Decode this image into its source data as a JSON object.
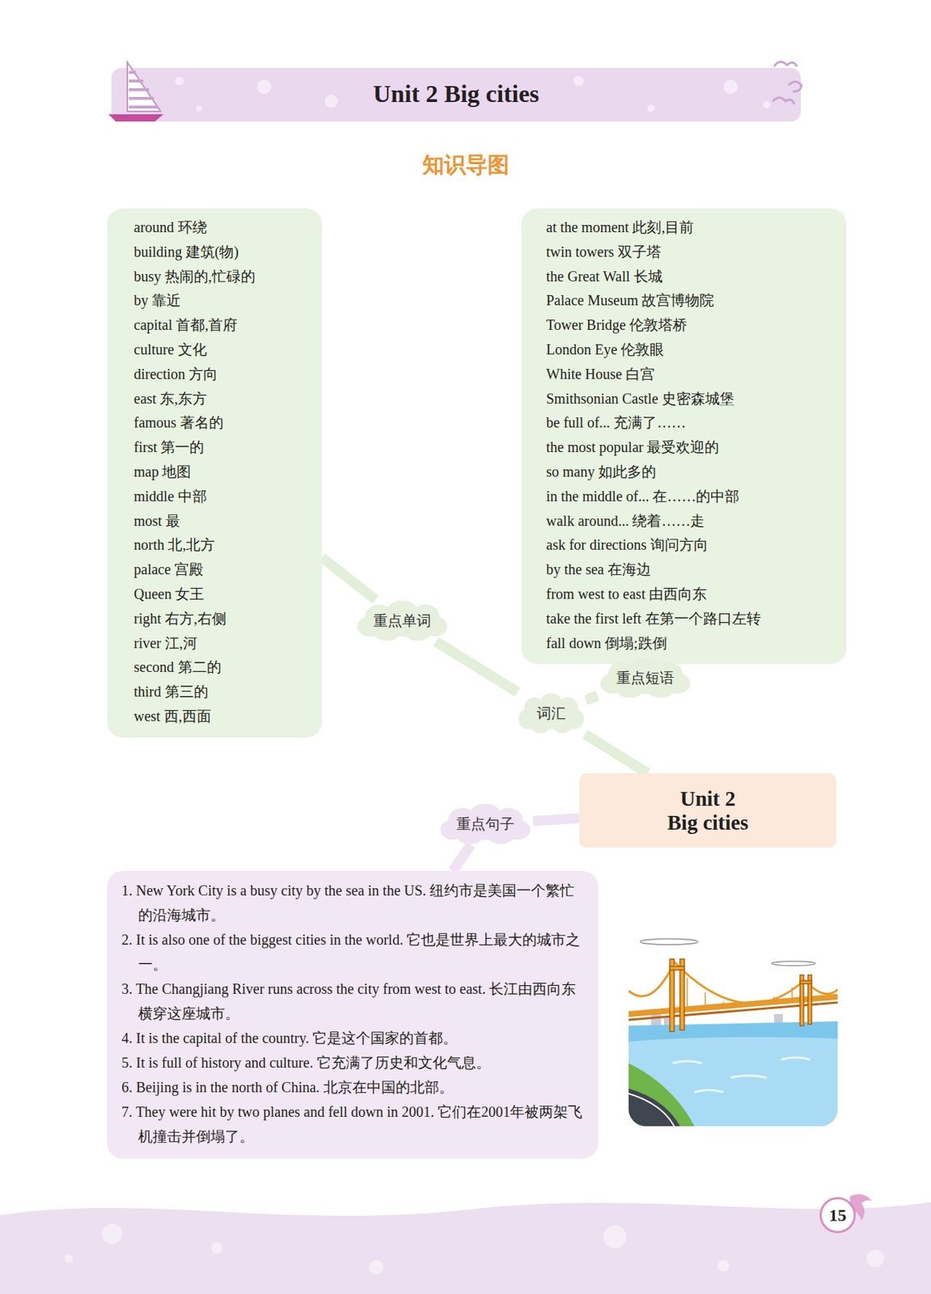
{
  "diagram": {
    "title": "Unit 2 Big cities",
    "nodes": [
      {
        "text": [
          "around 环绕",
          "building 建筑(物)",
          "busy 热闹的,忙碌的",
          "by 靠近",
          "capital 首都,首府",
          "culture 文化",
          "direction 方向",
          "east 东,东方",
          "famous 著名的",
          "first 第一的",
          "map 地图",
          "middle 中部",
          "most 最",
          "north 北,北方",
          "palace 宫殿",
          "Queen 女王",
          "right 右方,右侧",
          "river 江,河",
          "second 第二的",
          "third 第三的",
          "west 西,西面"
        ]
      },
      {
        "text": [
          "at the moment 此刻,目前",
          "twin towers 双子塔",
          "the Great Wall 长城",
          "Palace Museum 故宫博物院",
          "Tower Bridge 伦敦塔桥",
          "London Eye 伦敦眼",
          "White House 白宫",
          "Smithsonian Castle 史密森城堡",
          "be full of... 充满了……",
          "the most popular 最受欢迎的",
          "so many 如此多的",
          "in the middle of... 在……的中部",
          "walk around... 绕着……走",
          "ask for directions 询问方向",
          "by the sea 在海边",
          "from west to east 由西向东",
          "take the first left 在第一个路口左转",
          "fall down 倒塌;跌倒"
        ]
      },
      {
        "text": [
          "重点单词"
        ]
      },
      {
        "text": [
          "重点短语"
        ]
      },
      {
        "text": [
          "词汇"
        ]
      },
      {
        "text": [
          "Unit 2 Big cities"
        ]
      },
      {
        "text": [
          "重点句子"
        ]
      },
      {
        "text": [
          "1. New York City is a busy city by the sea in the US. 纽约市是美国一个繁忙的沿海城市。",
          "2. It is also one of the biggest cities in the world. 它也是世界上最大的城市之一。",
          "3. The Changjiang River runs across the city from west to east. 长江由西向东横穿这座城市。",
          "4. It is the capital of the country. 它是这个国家的首都。",
          "5. It is full of history and culture. 它充满了历史和文化气息。",
          "6. Beijing is in the north of China. 北京在中国的北部。",
          "7. They were hit by two planes and fell down in 2001. 它们在2001年被两架飞机撞击并倒塌了。"
        ]
      },
      {
        "text": [
          "15"
        ]
      }
    ],
    "edges": [
      {
        "from": 0,
        "to": 2,
        "arrow": "none"
      },
      {
        "from": 2,
        "to": 4,
        "arrow": "none"
      },
      {
        "from": 1,
        "to": 3,
        "arrow": "none"
      },
      {
        "from": 3,
        "to": 4,
        "arrow": "none"
      },
      {
        "from": 4,
        "to": 5,
        "arrow": "none"
      },
      {
        "from": 5,
        "to": 6,
        "arrow": "none"
      },
      {
        "from": 6,
        "to": 7,
        "arrow": "none"
      }
    ],
    "labels": [
      "知识导图"
    ]
  }
}
